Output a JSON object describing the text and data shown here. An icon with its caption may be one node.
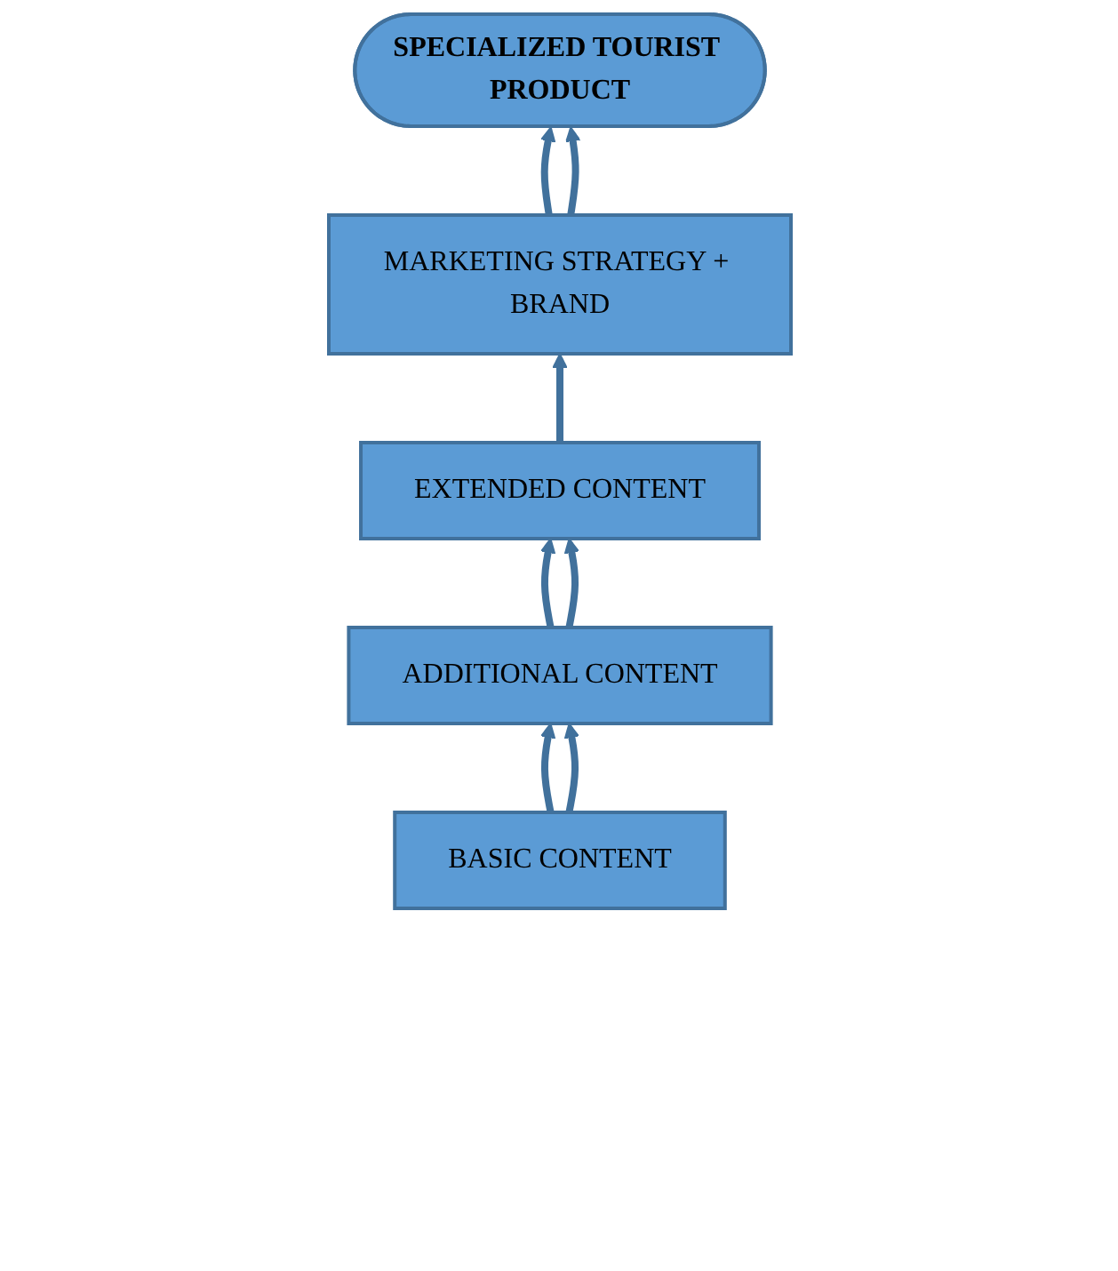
{
  "diagram": {
    "nodes": [
      {
        "text": [
          "SPECIALIZED TOURIST PRODUCT"
        ]
      },
      {
        "text": [
          "MARKETING STRATEGY + BRAND"
        ]
      },
      {
        "text": [
          "EXTENDED CONTENT"
        ]
      },
      {
        "text": [
          "ADDITIONAL CONTENT"
        ]
      },
      {
        "text": [
          "BASIC CONTENT"
        ]
      }
    ],
    "edges": [
      {
        "from": 1,
        "to": 0,
        "arrow": "to"
      },
      {
        "from": 1,
        "to": 0,
        "arrow": "to"
      },
      {
        "from": 2,
        "to": 1,
        "arrow": "to"
      },
      {
        "from": 3,
        "to": 2,
        "arrow": "to"
      },
      {
        "from": 3,
        "to": 2,
        "arrow": "to"
      },
      {
        "from": 4,
        "to": 3,
        "arrow": "to"
      },
      {
        "from": 4,
        "to": 3,
        "arrow": "to"
      }
    ]
  }
}
